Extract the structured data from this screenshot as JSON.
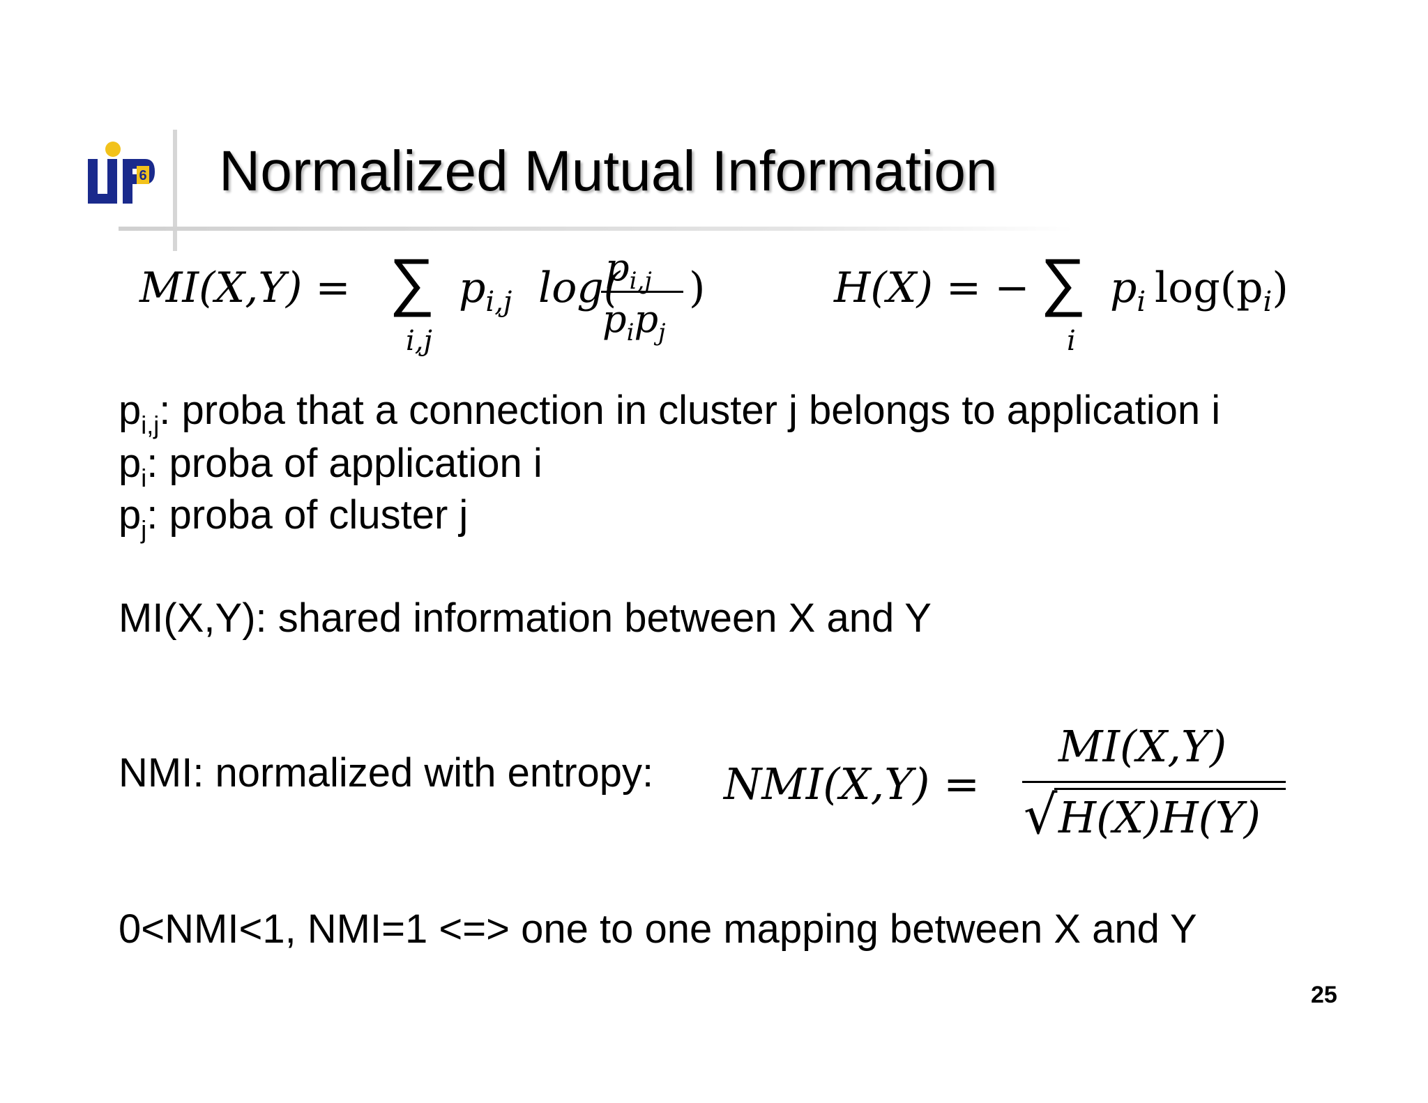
{
  "slide": {
    "title": "Normalized Mutual Information",
    "page_number": "25",
    "logo": {
      "text": "LIP",
      "badge": "6"
    }
  },
  "formulas": {
    "mi": {
      "lhs": "MI(X,Y) =",
      "sum_index": "i,j",
      "term": "p",
      "term_sub": "i,j",
      "log": "log(",
      "num": "p",
      "num_sub": "i,j",
      "den_a": "p",
      "den_a_sub": "i",
      "den_b": "p",
      "den_b_sub": "j",
      "close": ")"
    },
    "h": {
      "lhs": "H(X) = −",
      "sum_index": "i",
      "term": "p",
      "term_sub": "i",
      "log": "log(p",
      "log_sub": "i",
      "close": ")"
    },
    "nmi": {
      "lhs": "NMI(X,Y) =",
      "numerator": "MI(X,Y)",
      "denominator": "H(X)H(Y)"
    }
  },
  "body": {
    "line1": {
      "var": "p",
      "sub": "i,j",
      "text": ": proba that a connection in cluster j belongs to application i"
    },
    "line2": {
      "var": "p",
      "sub": "i",
      "text": ": proba of application i"
    },
    "line3": {
      "var": "p",
      "sub": "j",
      "text": ": proba of cluster j"
    },
    "line4": "MI(X,Y): shared information between X and Y",
    "line5": "NMI: normalized with entropy:",
    "line6": "0<NMI<1, NMI=1 <=> one to one mapping between X and Y"
  }
}
